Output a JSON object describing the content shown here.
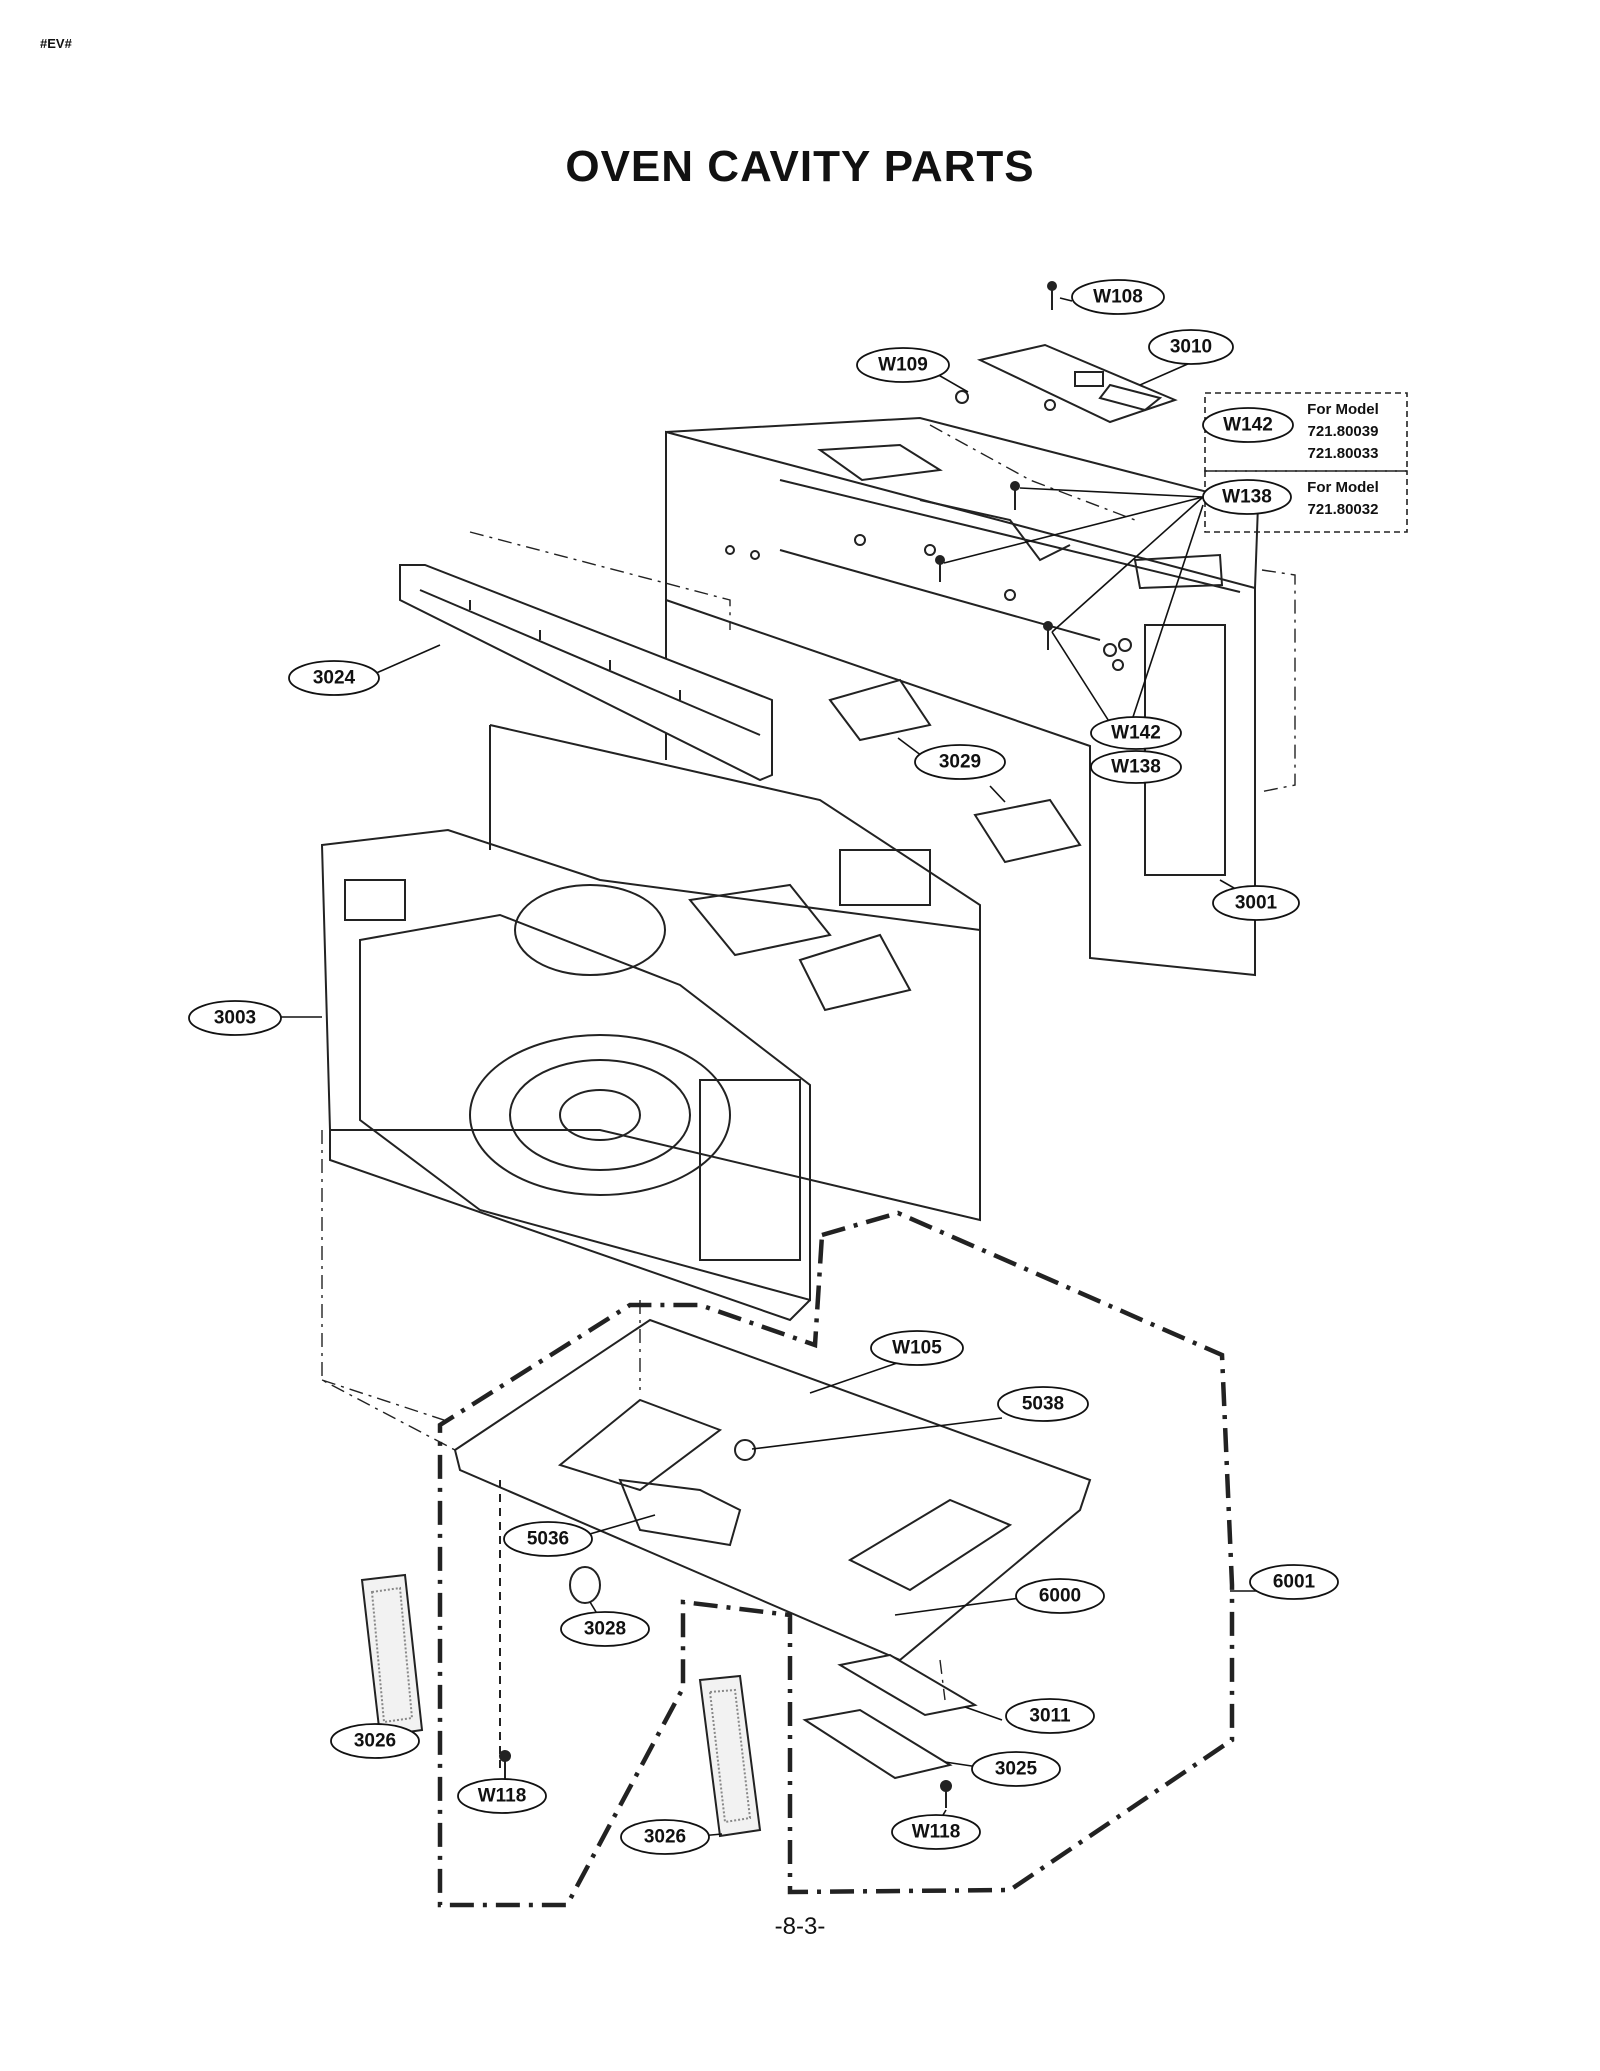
{
  "header": {
    "tag": "#EV#",
    "title": "OVEN CAVITY PARTS"
  },
  "footer": {
    "page_number": "-8-3-"
  },
  "callouts": {
    "w108": "W108",
    "p3010": "3010",
    "w109": "W109",
    "w142_top": "W142",
    "w138_top": "W138",
    "p3024": "3024",
    "w142_mid": "W142",
    "w138_mid": "W138",
    "p3029": "3029",
    "p3001": "3001",
    "p3003": "3003",
    "w105": "W105",
    "p5038": "5038",
    "p5036": "5036",
    "p6000": "6000",
    "p6001": "6001",
    "p3028": "3028",
    "p3026_left": "3026",
    "p3011": "3011",
    "p3025": "3025",
    "w118_left": "W118",
    "p3026_mid": "3026",
    "w118_right": "W118"
  },
  "model_notes": {
    "w142": {
      "label": "For Model",
      "models": [
        "721.80039",
        "721.80033"
      ]
    },
    "w138": {
      "label": "For Model",
      "models": [
        "721.80032"
      ]
    }
  }
}
